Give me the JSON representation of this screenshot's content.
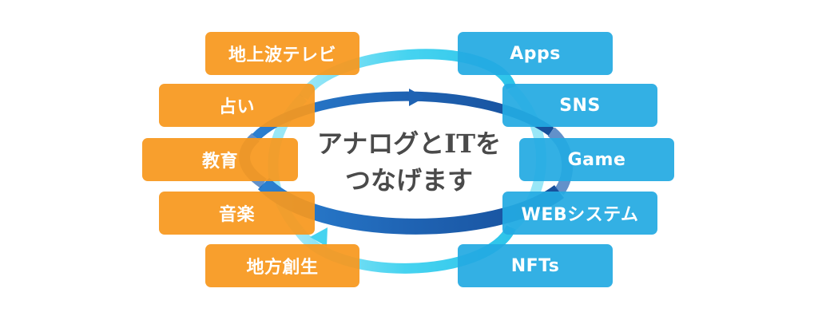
{
  "center_title": {
    "line1": "アナログとITを",
    "line2": "つなげます"
  },
  "analog_items": [
    {
      "label": "地上波テレビ"
    },
    {
      "label": "占い"
    },
    {
      "label": "教育"
    },
    {
      "label": "音楽"
    },
    {
      "label": "地方創生"
    }
  ],
  "it_items": [
    {
      "label": "Apps"
    },
    {
      "label": "SNS"
    },
    {
      "label": "Game"
    },
    {
      "label": "WEBシステム"
    },
    {
      "label": "NFTs"
    }
  ],
  "colors": {
    "analog": "#f7981d",
    "it": "#23aae2",
    "outer_ring": "#46d3f0",
    "inner_ring": "#1f6cba"
  }
}
